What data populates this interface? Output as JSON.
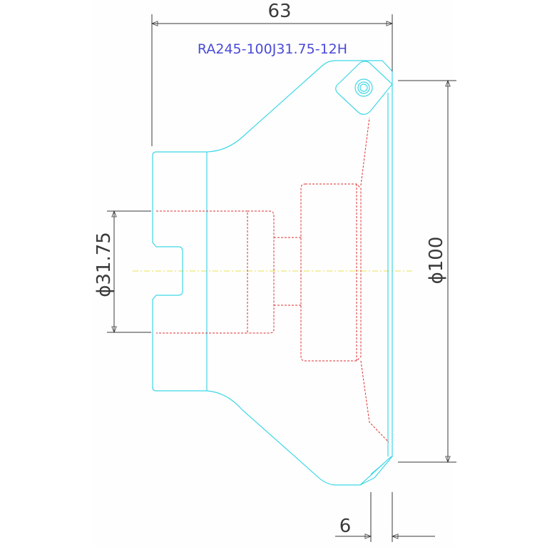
{
  "drawing": {
    "part_number": "RA245-100J31.75-12H",
    "dimensions": {
      "overall_length": "63",
      "outer_diameter": "ϕ100",
      "bore_diameter": "ϕ31.75",
      "insert_offset": "6"
    }
  },
  "colors": {
    "outline": "#3fd7e6",
    "hidden": "#e03030",
    "centerline": "#e8e050",
    "dimension": "#3a3a3a",
    "label": "#4a4ad8"
  }
}
